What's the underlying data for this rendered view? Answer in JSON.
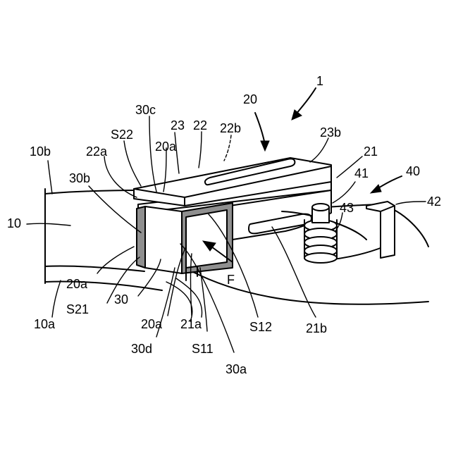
{
  "labels": {
    "l_1": "1",
    "l_20": "20",
    "l_30c": "30c",
    "l_s22": "S22",
    "l_23": "23",
    "l_22": "22",
    "l_22b": "22b",
    "l_23b": "23b",
    "l_20a_top": "20a",
    "l_22a": "22a",
    "l_10b": "10b",
    "l_30b": "30b",
    "l_10": "10",
    "l_21": "21",
    "l_41": "41",
    "l_40": "40",
    "l_42": "42",
    "l_43": "43",
    "l_f": "F",
    "l_20a_left": "20a",
    "l_s21": "S21",
    "l_30": "30",
    "l_10a": "10a",
    "l_20a_bottom": "20a",
    "l_30d": "30d",
    "l_21a": "21a",
    "l_s11": "S11",
    "l_s12": "S12",
    "l_21b": "21b",
    "l_30a": "30a"
  }
}
